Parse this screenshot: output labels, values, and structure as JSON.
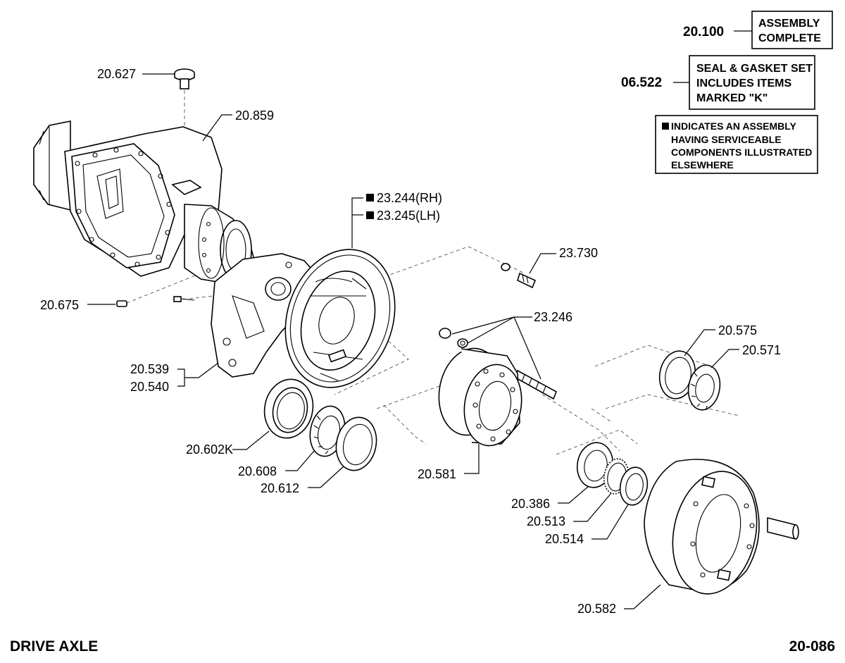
{
  "legend": {
    "assembly_number": "20.100",
    "assembly_lines": [
      "ASSEMBLY",
      "COMPLETE"
    ],
    "seal_number": "06.522",
    "seal_lines": [
      "SEAL & GASKET SET",
      "INCLUDES ITEMS",
      "MARKED \"K\""
    ],
    "note_lines": [
      "INDICATES AN ASSEMBLY",
      "HAVING SERVICEABLE",
      "COMPONENTS ILLUSTRATED",
      "ELSEWHERE"
    ]
  },
  "labels": {
    "p20_627": "20.627",
    "p20_859": "20.859",
    "p23_244": "23.244(RH)",
    "p23_245": "23.245(LH)",
    "p23_730": "23.730",
    "p20_675": "20.675",
    "p23_246": "23.246",
    "p20_575": "20.575",
    "p20_571": "20.571",
    "p20_539": "20.539",
    "p20_540": "20.540",
    "p20_602K": "20.602K",
    "p20_608": "20.608",
    "p20_612": "20.612",
    "p20_581": "20.581",
    "p20_386": "20.386",
    "p20_513": "20.513",
    "p20_514": "20.514",
    "p20_582": "20.582"
  },
  "footer": {
    "title": "DRIVE AXLE",
    "page": "20-086"
  }
}
